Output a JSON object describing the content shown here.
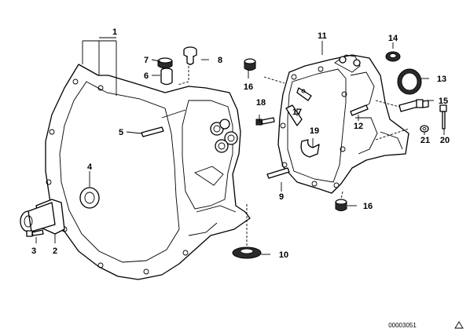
{
  "diagram_code": "00003051",
  "callouts": {
    "c1": "1",
    "c2": "2",
    "c3": "3",
    "c4": "4",
    "c5": "5",
    "c6": "6",
    "c7": "7",
    "c8": "8",
    "c9": "9",
    "c10": "10",
    "c11": "11",
    "c12": "12",
    "c13": "13",
    "c14": "14",
    "c15": "15",
    "c16a": "16",
    "c16b": "16",
    "c17": "17",
    "c18": "18",
    "c19": "19",
    "c20": "20",
    "c21": "21"
  },
  "icons": {
    "corner_mark": "triangle-warning-icon"
  }
}
